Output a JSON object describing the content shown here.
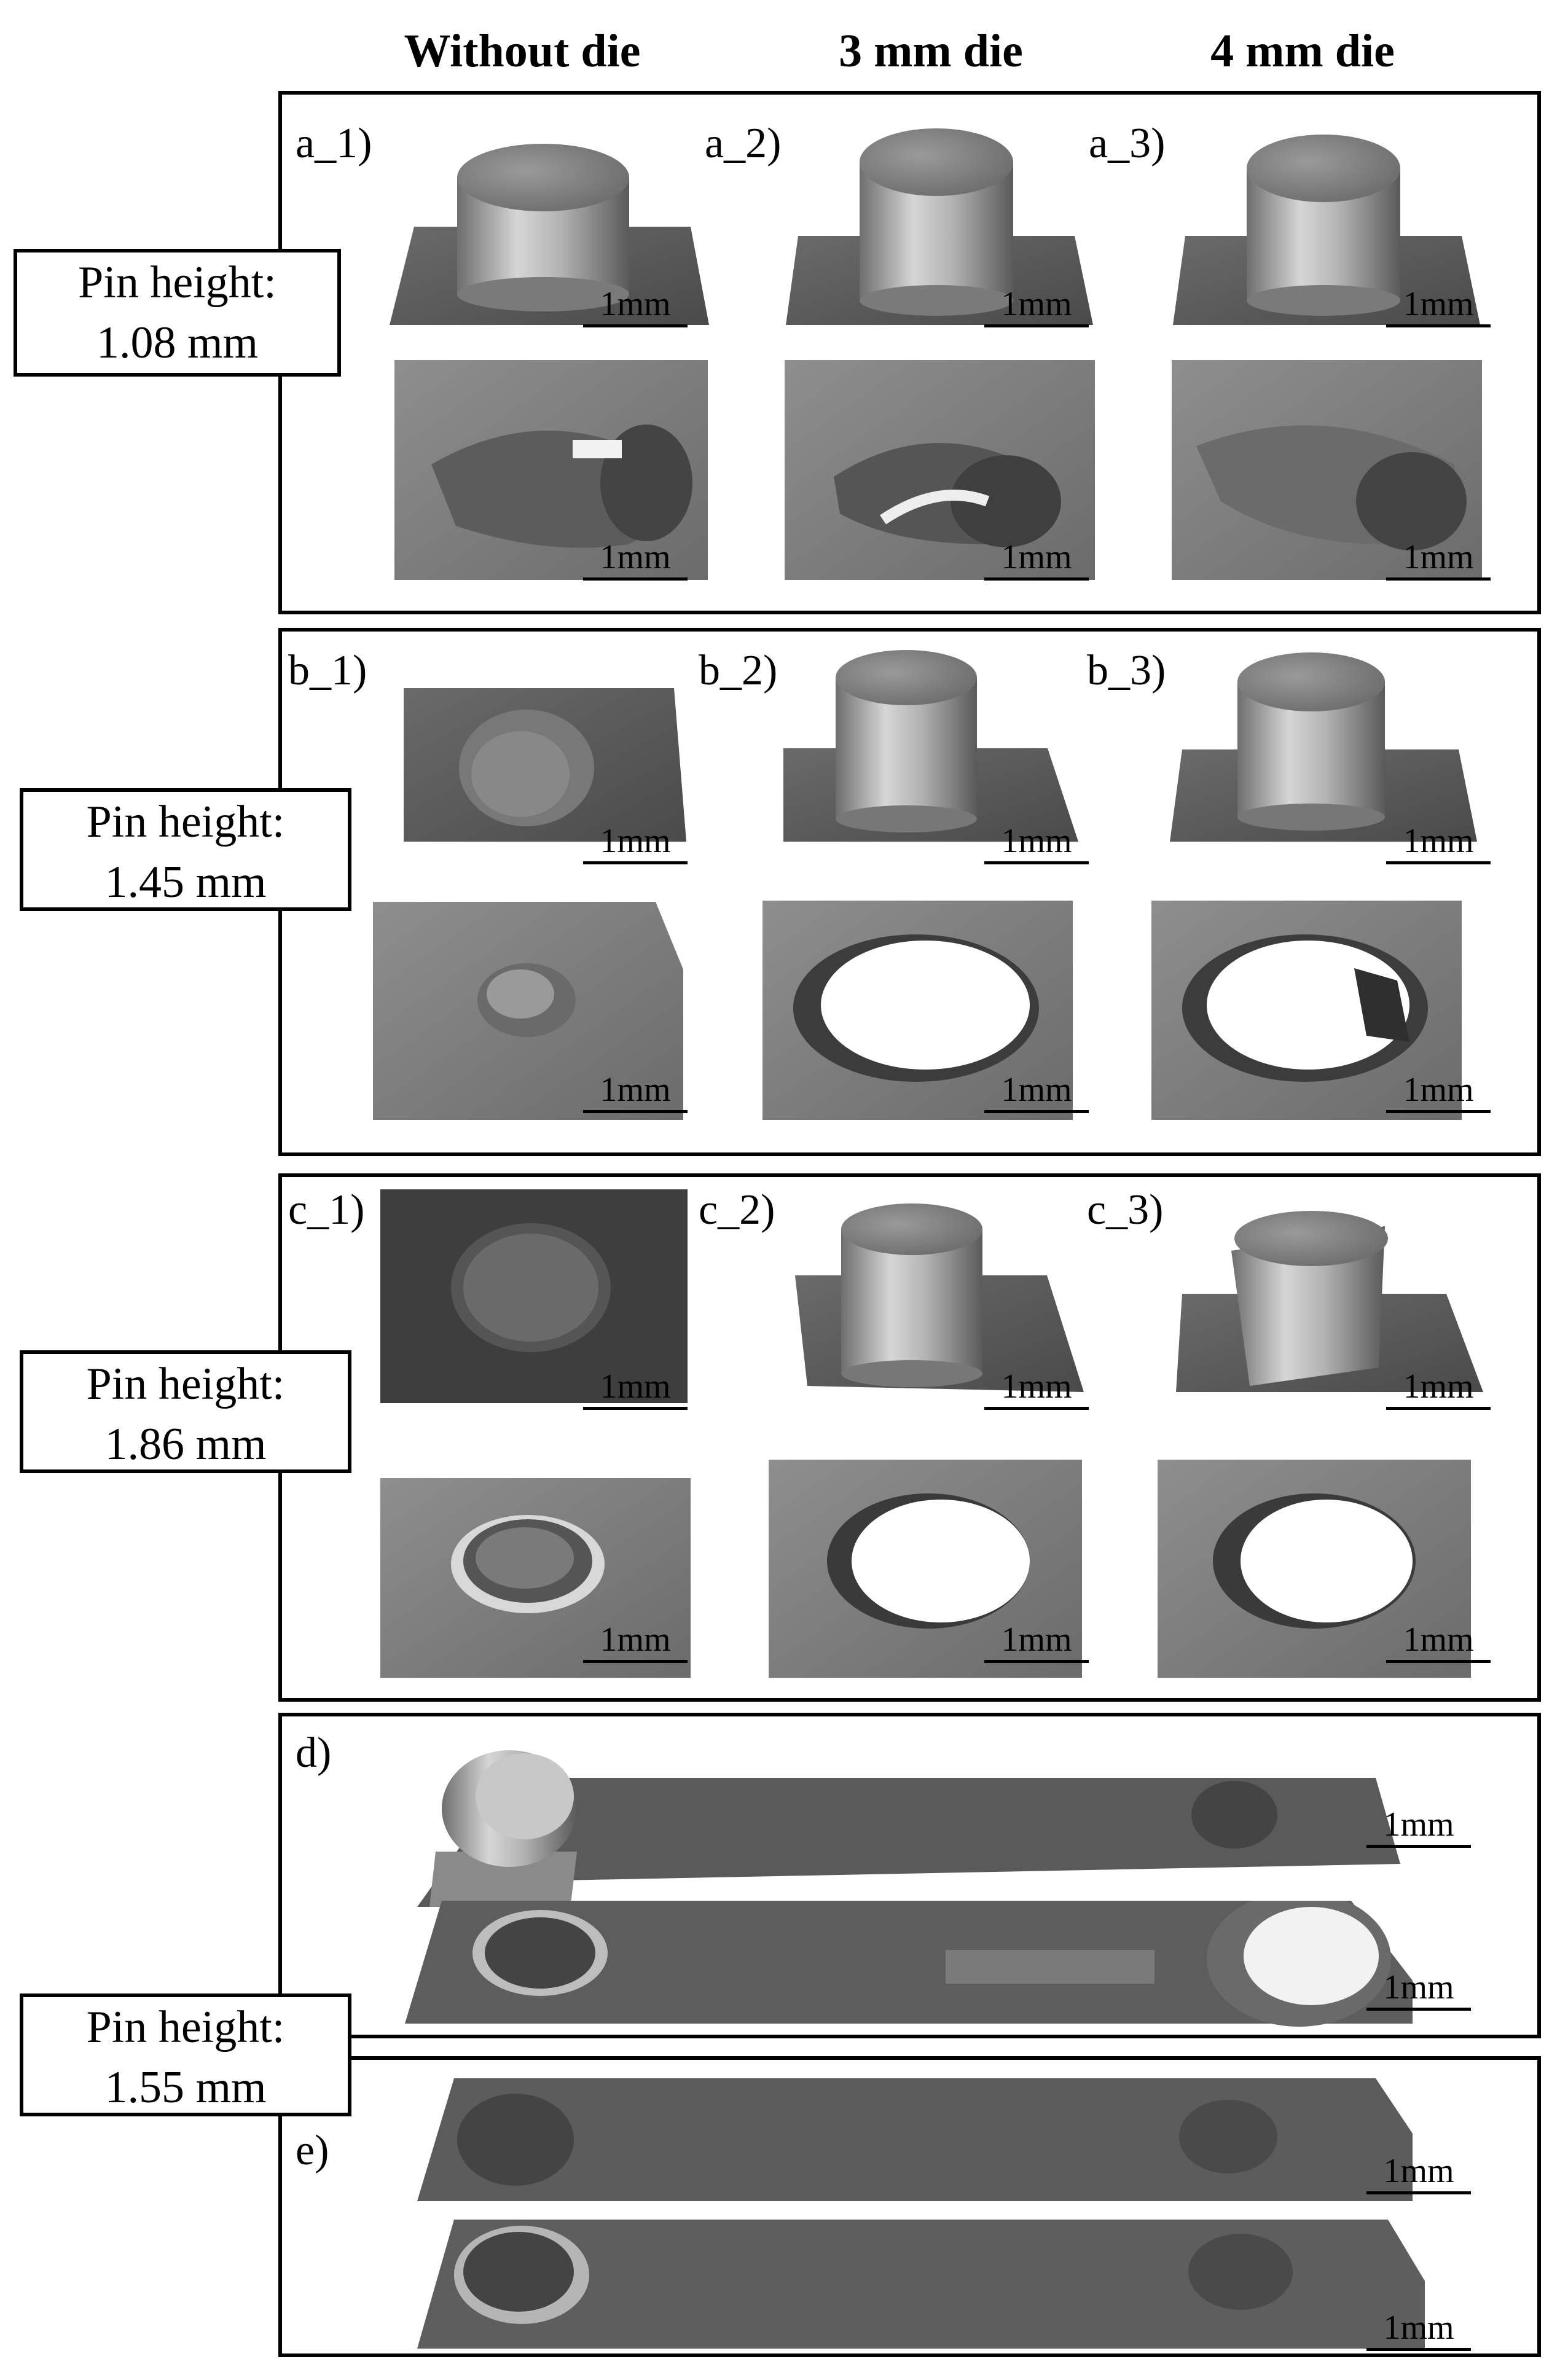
{
  "columns": [
    "Without die",
    "3 mm die",
    "4 mm die"
  ],
  "pin_heights": [
    {
      "line1": "Pin height:",
      "line2": "1.08 mm"
    },
    {
      "line1": "Pin height:",
      "line2": "1.45 mm"
    },
    {
      "line1": "Pin height:",
      "line2": "1.86 mm"
    },
    {
      "line1": "Pin height:",
      "line2": "1.55 mm"
    }
  ],
  "labels": {
    "a1": "a_1)",
    "a2": "a_2)",
    "a3": "a_3)",
    "b1": "b_1)",
    "b2": "b_2)",
    "b3": "b_3)",
    "c1": "c_1)",
    "c2": "c_2)",
    "c3": "c_3)",
    "d": "d)",
    "e": "e)"
  },
  "scale_bar": "1mm"
}
